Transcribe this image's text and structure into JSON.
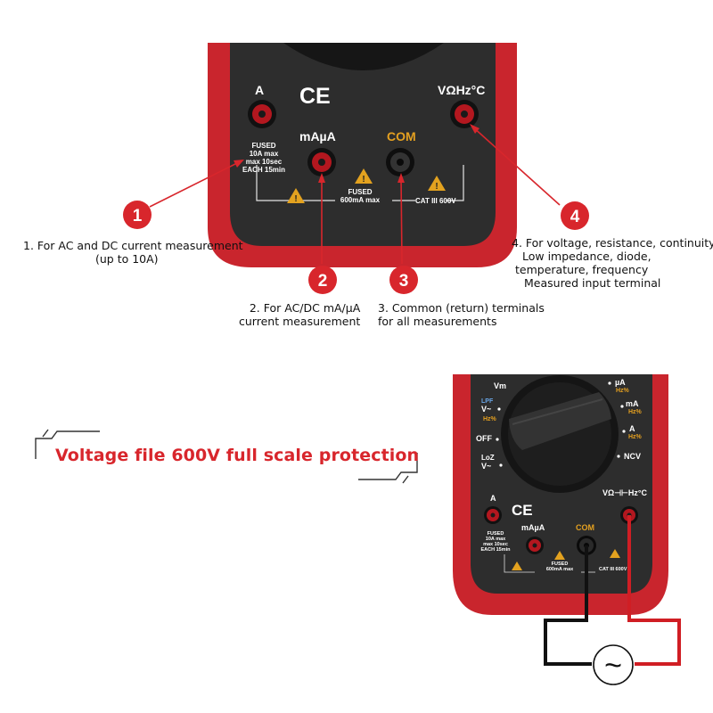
{
  "colors": {
    "body_red": "#c9252d",
    "panel_dark": "#2b2b2b",
    "marker_red": "#d8262c",
    "gold": "#d8a020"
  },
  "top_meter": {
    "ce_mark": "CE",
    "jack_a": "A",
    "jack_mauA": "mAµA",
    "jack_com": "COM",
    "jack_v": "VΩHz°C",
    "fused_a_lines": [
      "FUSED",
      "10A max",
      "max 10sec",
      "EACH 15min"
    ],
    "fused_ma_lines": [
      "FUSED",
      "600mA max"
    ],
    "cat_rating": "CAT III 600V"
  },
  "markers": [
    {
      "number": "1",
      "text_lines": [
        "1. For AC and DC current measurement",
        "(up to 10A)"
      ]
    },
    {
      "number": "2",
      "text_lines": [
        "2. For AC/DC mA/µA",
        "current measurement"
      ]
    },
    {
      "number": "3",
      "text_lines": [
        "3. Common (return) terminals",
        "for all measurements"
      ]
    },
    {
      "number": "4",
      "text_lines": [
        "4. For voltage, resistance, continuity,",
        "Low impedance, diode,",
        "temperature, frequency",
        "Measured input terminal"
      ]
    }
  ],
  "headline": "Voltage file 600V full scale protection",
  "bottom_meter": {
    "dial_labels": {
      "vm": "Vm",
      "lpf": "LPF",
      "v_ac": "V~",
      "hz_left": "Hz%",
      "off": "OFF",
      "loz": "LoZ",
      "v_loz": "V~",
      "uA": "µA",
      "hz1": "Hz%",
      "mA": "mA",
      "hz2": "Hz%",
      "A": "A",
      "hz3": "Hz%",
      "ncv": "NCV"
    },
    "ce_mark": "CE",
    "jack_a": "A",
    "jack_mauA": "mAµA",
    "jack_com": "COM",
    "jack_v": "VΩ⊣⊢Hz°C",
    "fused_a_lines": [
      "FUSED",
      "10A max",
      "max 10sec",
      "EACH 15min"
    ],
    "fused_ma_lines": [
      "FUSED",
      "600mA max"
    ],
    "cat_rating": "CAT III 600V",
    "ac_source_symbol": "~"
  }
}
